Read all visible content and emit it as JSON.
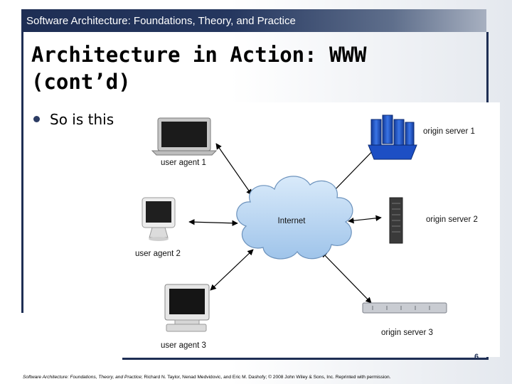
{
  "header": {
    "title": "Software Architecture: Foundations, Theory, and Practice"
  },
  "slide": {
    "title": "Architecture in Action: WWW (cont’d)",
    "bullet": "So is this",
    "number": "6"
  },
  "diagram": {
    "center_label": "Internet",
    "user_agents": [
      "user agent 1",
      "user agent 2",
      "user agent 3"
    ],
    "origin_servers": [
      "origin server 1",
      "origin server 2",
      "origin server 3"
    ]
  },
  "footer": {
    "book": "Software Architecture: Foundations, Theory, and Practice",
    "credit": "; Richard N. Taylor, Nenad Medvidovic, and Eric M. Dashofy; © 2008 John Wiley & Sons, Inc. Reprinted with permission."
  },
  "colors": {
    "frame": "#1e2e54",
    "cloud": "#bcd8f2",
    "server_blue": "#1d4fc4"
  }
}
